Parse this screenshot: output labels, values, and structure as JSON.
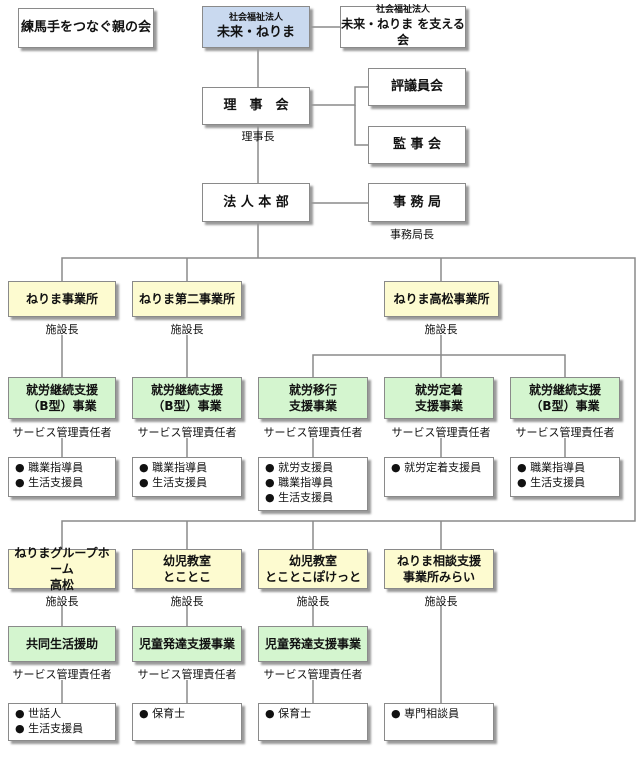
{
  "top": {
    "parent_group": "練馬手をつなぐ親の会",
    "corp": {
      "kind": "社会福祉法人",
      "name": "未来・ねりま"
    },
    "support": {
      "kind": "社会福祉法人",
      "name": "未来・ねりま を支える会"
    }
  },
  "board": {
    "name": "理　事　会",
    "role": "理事長"
  },
  "councillors": "評議員会",
  "auditors": "監 事 会",
  "hq": {
    "name": "法 人 本 部"
  },
  "secretariat": {
    "name": "事 務 局",
    "role": "事務局長"
  },
  "facilities_row1": [
    {
      "name": "ねりま事業所",
      "role": "施設長"
    },
    {
      "name": "ねりま第二事業所",
      "role": "施設長"
    },
    {
      "name": "ねりま高松事業所",
      "role": "施設長"
    }
  ],
  "services_row1": [
    {
      "line1": "就労継続支援",
      "line2": "（B型）事業",
      "manager": "サービス管理責任者",
      "staff": [
        "職業指導員",
        "生活支援員"
      ]
    },
    {
      "line1": "就労継続支援",
      "line2": "（B型）事業",
      "manager": "サービス管理責任者",
      "staff": [
        "職業指導員",
        "生活支援員"
      ]
    },
    {
      "line1": "就労移行",
      "line2": "支援事業",
      "manager": "サービス管理責任者",
      "staff": [
        "就労支援員",
        "職業指導員",
        "生活支援員"
      ]
    },
    {
      "line1": "就労定着",
      "line2": "支援事業",
      "manager": "サービス管理責任者",
      "staff": [
        "就労定着支援員"
      ]
    },
    {
      "line1": "就労継続支援",
      "line2": "（B型）事業",
      "manager": "サービス管理責任者",
      "staff": [
        "職業指導員",
        "生活支援員"
      ]
    }
  ],
  "facilities_row2": [
    {
      "line1": "ねりまグループホーム",
      "line2": "高松",
      "role": "施設長"
    },
    {
      "line1": "幼児教室",
      "line2": "とことこ",
      "role": "施設長"
    },
    {
      "line1": "幼児教室",
      "line2": "とことこぽけっと",
      "role": "施設長"
    },
    {
      "line1": "ねりま相談支援",
      "line2": "事業所みらい",
      "role": "施設長"
    }
  ],
  "services_row2": [
    {
      "name": "共同生活援助",
      "manager": "サービス管理責任者",
      "staff": [
        "世話人",
        "生活支援員"
      ]
    },
    {
      "name": "児童発達支援事業",
      "manager": "サービス管理責任者",
      "staff": [
        "保育士"
      ]
    },
    {
      "name": "児童発達支援事業",
      "manager": "サービス管理責任者",
      "staff": [
        "保育士"
      ]
    },
    {
      "staff": [
        "専門相談員"
      ]
    }
  ],
  "colors": {
    "corp": "#c9d9ef",
    "facility": "#fdfbd0",
    "service": "#d4f5cf",
    "line": "#8a8a8a"
  }
}
